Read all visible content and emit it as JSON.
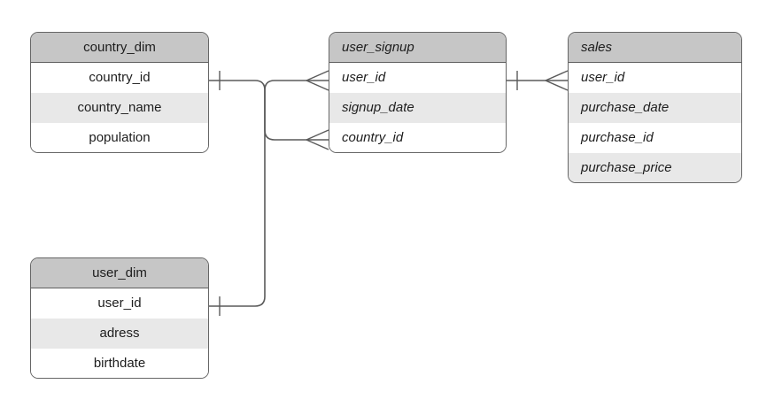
{
  "diagram": {
    "type": "entity-relationship-diagram",
    "notation": "crows-foot",
    "background": "#ffffff",
    "colors": {
      "header_fill": "#c6c6c6",
      "row_fill": "#ffffff",
      "row_alt_fill": "#e8e8e8",
      "border": "#666666",
      "connector": "#5a5a5a",
      "text": "#1d1d1d"
    }
  },
  "entities": [
    {
      "id": "country_dim",
      "title": "country_dim",
      "text_style": "center",
      "fields": [
        {
          "label": "country_id",
          "shaded": false
        },
        {
          "label": "country_name",
          "shaded": true
        },
        {
          "label": "population",
          "shaded": false
        }
      ]
    },
    {
      "id": "user_signup",
      "title": "user_signup",
      "text_style": "left-italic",
      "fields": [
        {
          "label": "user_id",
          "shaded": false
        },
        {
          "label": "signup_date",
          "shaded": true
        },
        {
          "label": "country_id",
          "shaded": false
        }
      ]
    },
    {
      "id": "sales",
      "title": "sales",
      "text_style": "left-italic",
      "fields": [
        {
          "label": "user_id",
          "shaded": false
        },
        {
          "label": "purchase_date",
          "shaded": true
        },
        {
          "label": "purchase_id",
          "shaded": false
        },
        {
          "label": "purchase_price",
          "shaded": true
        }
      ]
    },
    {
      "id": "user_dim",
      "title": "user_dim",
      "text_style": "center",
      "fields": [
        {
          "label": "user_id",
          "shaded": false
        },
        {
          "label": "adress",
          "shaded": true
        },
        {
          "label": "birthdate",
          "shaded": false
        }
      ]
    }
  ],
  "relationships": [
    {
      "id": "country-dim-to-user-signup",
      "from_entity": "country_dim",
      "from_field": "country_id",
      "from_cardinality": "one",
      "to_entity": "user_signup",
      "to_field": "country_id",
      "to_cardinality": "many"
    },
    {
      "id": "user-dim-to-user-signup",
      "from_entity": "user_dim",
      "from_field": "user_id",
      "from_cardinality": "one",
      "to_entity": "user_signup",
      "to_field": "user_id",
      "to_cardinality": "many"
    },
    {
      "id": "user-signup-to-sales",
      "from_entity": "user_signup",
      "from_field": "user_id",
      "from_cardinality": "one",
      "to_entity": "sales",
      "to_field": "user_id",
      "to_cardinality": "many"
    }
  ]
}
